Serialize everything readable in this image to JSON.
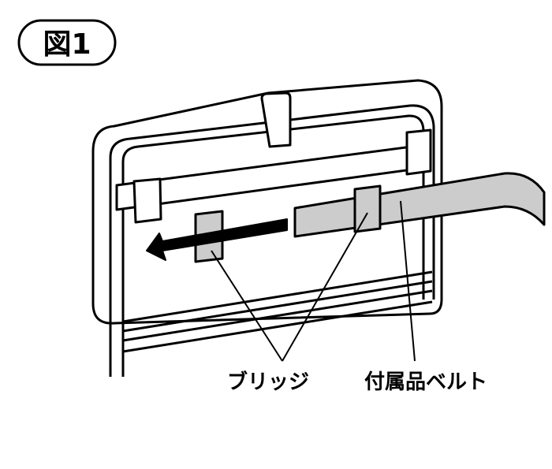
{
  "figure": {
    "badge_label": "図1",
    "callouts": {
      "bridge_label": "ブリッジ",
      "belt_label": "付属品ベルト"
    }
  },
  "colors": {
    "outline": "#000000",
    "panel_fill": "#ffffff",
    "strap_fill": "#cccccc",
    "arrow_fill": "#000000"
  },
  "icons": [
    "direction-arrow-icon"
  ]
}
